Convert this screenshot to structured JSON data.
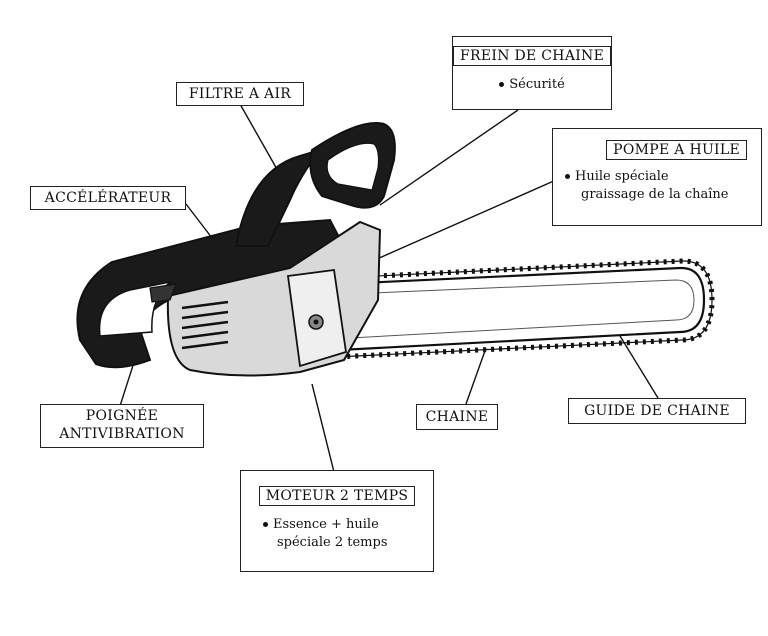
{
  "labels": {
    "frein": {
      "title": "FREIN DE CHAINE",
      "note": "Sécurité"
    },
    "filtre": "FILTRE A AIR",
    "pompe": {
      "title": "POMPE A HUILE",
      "note_line1": "Huile spéciale",
      "note_line2": "graissage de la chaîne"
    },
    "accelerateur": "ACCÉLÉRATEUR",
    "poignee_line1": "POIGNÉE",
    "poignee_line2": "ANTIVIBRATION",
    "chaine": "CHAINE",
    "guide": "GUIDE DE CHAINE",
    "moteur": {
      "title": "MOTEUR 2 TEMPS",
      "note_line1": "Essence + huile",
      "note_line2": "spéciale 2 temps"
    }
  },
  "icons": [
    "chainsaw-illustration"
  ],
  "colors": {
    "ink": "#111111",
    "paper": "#ffffff",
    "body_gray": "#d9d9d9"
  }
}
